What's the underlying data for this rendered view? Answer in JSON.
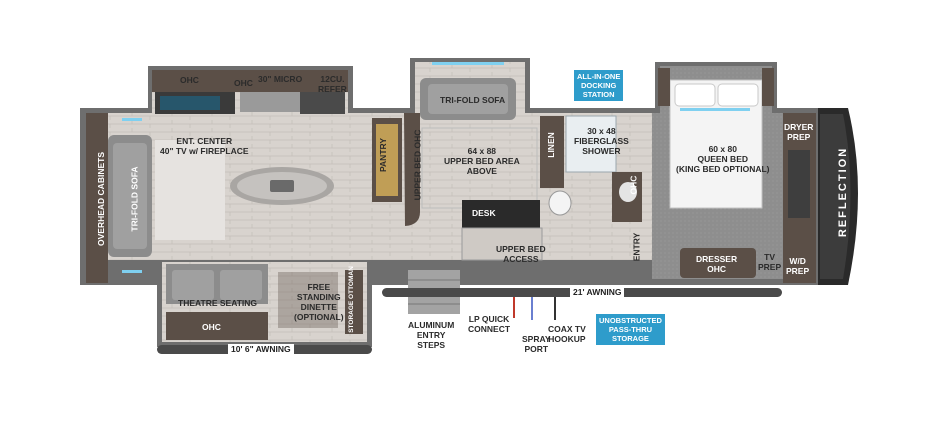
{
  "labels": {
    "ohc_kitchen": "OHC",
    "ohc_micro": "OHC",
    "micro": "30\" MICRO",
    "refer": "12CU.\nREFER",
    "ent_center": "ENT. CENTER\n40\" TV w/ FIREPLACE",
    "pantry": "PANTRY",
    "upper_bed_ohc": "UPPER BED OHC",
    "tri_fold_sofa_top": "TRI-FOLD SOFA",
    "upper_bed_area": "64 x 88\nUPPER BED AREA\nABOVE",
    "desk": "DESK",
    "upper_bed_access": "UPPER BED\nACCESS",
    "linen": "LINEN",
    "shower": "30 x 48\nFIBERGLASS\nSHOWER",
    "ohc_bath": "OHC",
    "entry": "ENTRY",
    "queen_bed": "60 x 80\nQUEEN BED\n(KING BED OPTIONAL)",
    "dresser": "DRESSER\nOHC",
    "tv_prep": "TV\nPREP",
    "dryer_prep": "DRYER\nPREP",
    "wd_prep": "W/D\nPREP",
    "overhead_cabinets": "OVERHEAD CABINETS",
    "tri_fold_sofa_left": "TRI-FOLD SOFA",
    "theatre_seating": "THEATRE SEATING",
    "ohc_theatre": "OHC",
    "dinette": "FREE\nSTANDING\nDINETTE\n(OPTIONAL)",
    "storage_ottoman": "STORAGE OTTOMAN",
    "brand": "REFLECTION"
  },
  "badges": {
    "docking": "ALL-IN-ONE\nDOCKING\nSTATION",
    "storage": "UNOBSTRUCTED\nPASS-THRU\nSTORAGE"
  },
  "awnings": {
    "left": "10' 6\" AWNING",
    "right": "21' AWNING"
  },
  "exterior": {
    "steps": "ALUMINUM\nENTRY\nSTEPS",
    "lp": "LP QUICK\nCONNECT",
    "spray": "SPRAY\nPORT",
    "coax": "COAX TV\nHOOKUP"
  },
  "colors": {
    "badge": "#2e9ccb",
    "floor": "#d9d5d0",
    "cabinet": "#5b4f47",
    "carpet": "#8d8d8d",
    "accent_light": "#7fd0f0"
  }
}
